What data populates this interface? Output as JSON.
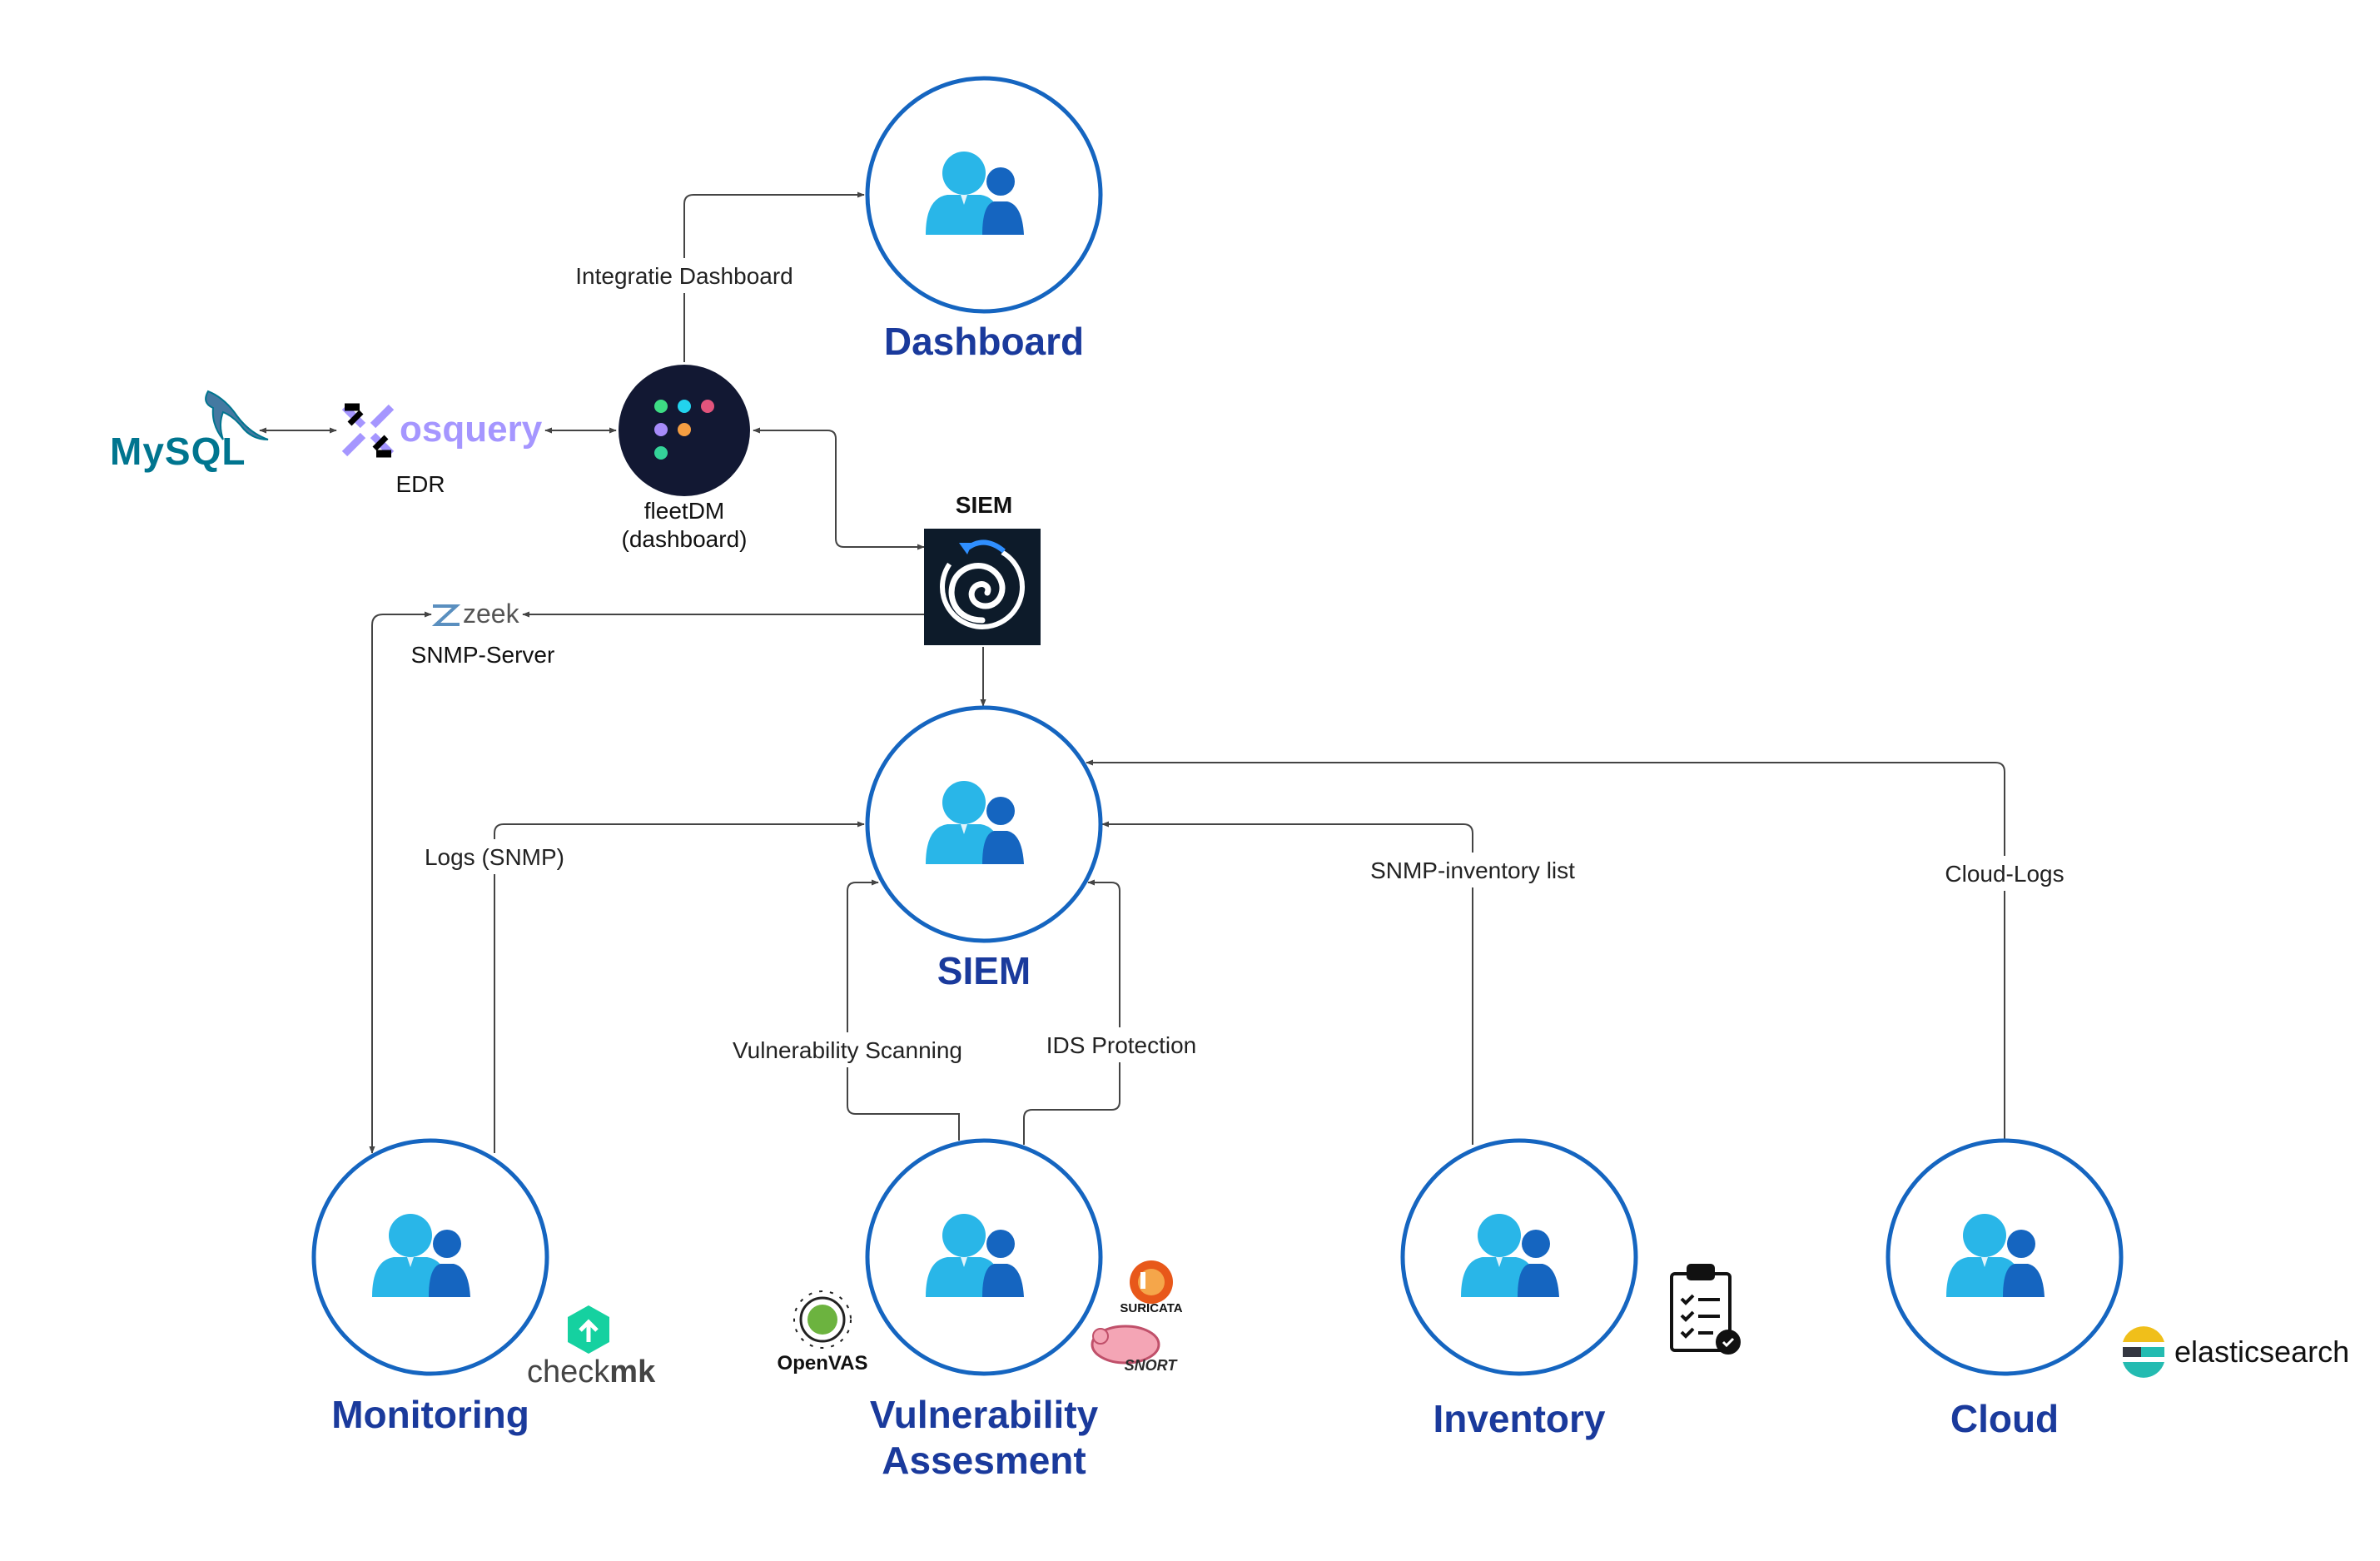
{
  "nodes": {
    "dashboard": "Dashboard",
    "siem": "SIEM",
    "monitoring": "Monitoring",
    "vuln_line1": "Vulnerability",
    "vuln_line2": "Assesment",
    "inventory": "Inventory",
    "cloud": "Cloud"
  },
  "labels": {
    "integratie": "Integratie Dashboard",
    "edr": "EDR",
    "fleet_line1": "fleetDM",
    "fleet_line2": "(dashboard)",
    "siem_tool": "SIEM",
    "snmp_server": "SNMP-Server",
    "logs_snmp": "Logs (SNMP)",
    "vuln_scanning": "Vulnerability Scanning",
    "ids_protection": "IDS Protection",
    "snmp_inventory": "SNMP-inventory list",
    "cloud_logs": "Cloud-Logs"
  },
  "logos": {
    "mysql": "MySQL",
    "osquery": "osquery",
    "zeek": "zeek",
    "checkmk_a": "check",
    "checkmk_b": "mk",
    "openvas": "OpenVAS",
    "suricata": "SURICATA",
    "snort": "SNORT",
    "elasticsearch": "elasticsearch"
  },
  "icons": [
    "user-group-icon",
    "fleetdm-icon",
    "wazuh-icon",
    "clipboard-checklist-icon"
  ],
  "colors": {
    "title": "#1a3a9c",
    "circle_stroke": "#1565c0",
    "user_fill": "#29b6e8",
    "user_small": "#1565c0",
    "line": "#444444",
    "fleet_bg": "#121833",
    "wazuh_bg": "#0d1b2a"
  }
}
